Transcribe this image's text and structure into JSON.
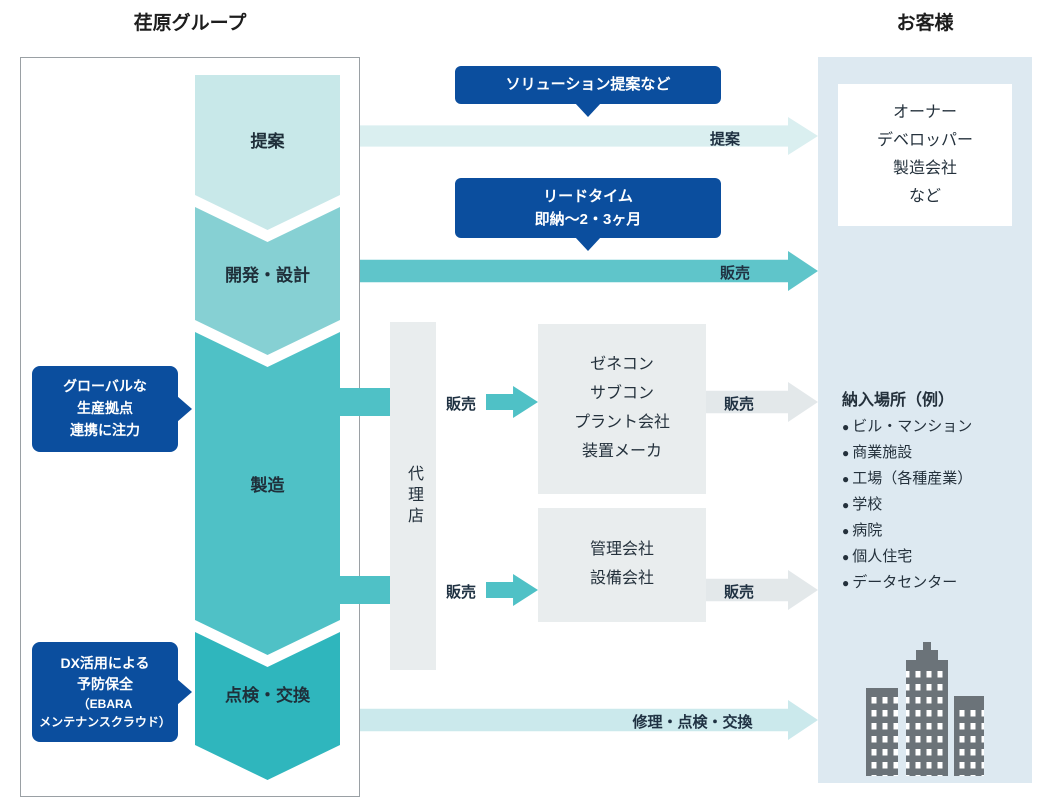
{
  "headers": {
    "left": "荏原グループ",
    "right": "お客様"
  },
  "stages": [
    {
      "label": "提案",
      "color": "#c8e8e9"
    },
    {
      "label": "開発・設計",
      "color": "#86d0d3"
    },
    {
      "label": "製造",
      "color": "#4fc1c6"
    },
    {
      "label": "点検・交換",
      "color": "#2fb6bd"
    }
  ],
  "badges": {
    "solution": "ソリューション提案など",
    "leadtime": [
      "リードタイム",
      "即納〜2・3ヶ月"
    ],
    "global": [
      "グローバルな",
      "生産拠点",
      "連携に注力"
    ],
    "dx": [
      "DX活用による",
      "予防保全",
      "（EBARA",
      "メンテナンスクラウド）"
    ]
  },
  "flow_labels": {
    "proposal": "提案",
    "sales_main": "販売",
    "sales_agency_top": "販売",
    "sales_agency_bottom": "販売",
    "sales_customer_top": "販売",
    "sales_customer_bottom": "販売",
    "repair": "修理・点検・交換"
  },
  "agency": "代理店",
  "intermediaries": {
    "contractors": [
      "ゼネコン",
      "サブコン",
      "プラント会社",
      "装置メーカ"
    ],
    "management": [
      "管理会社",
      "設備会社"
    ]
  },
  "customer": {
    "types": [
      "オーナー",
      "デベロッパー",
      "製造会社",
      "など"
    ],
    "locations_title": "納入場所（例）",
    "locations": [
      "ビル・マンション",
      "商業施設",
      "工場（各種産業）",
      "学校",
      "病院",
      "個人住宅",
      "データセンター"
    ]
  },
  "colors": {
    "badge_blue": "#0b4e9e",
    "panel_blue": "#dde9f1",
    "gray_box": "#e9edee",
    "arrow_proposal": "#daeff0",
    "arrow_sales": "#5fc5ca",
    "arrow_repair": "#cbe9ec",
    "arrow_gray": "#e3e8ea",
    "building_gray": "#6b7379"
  }
}
